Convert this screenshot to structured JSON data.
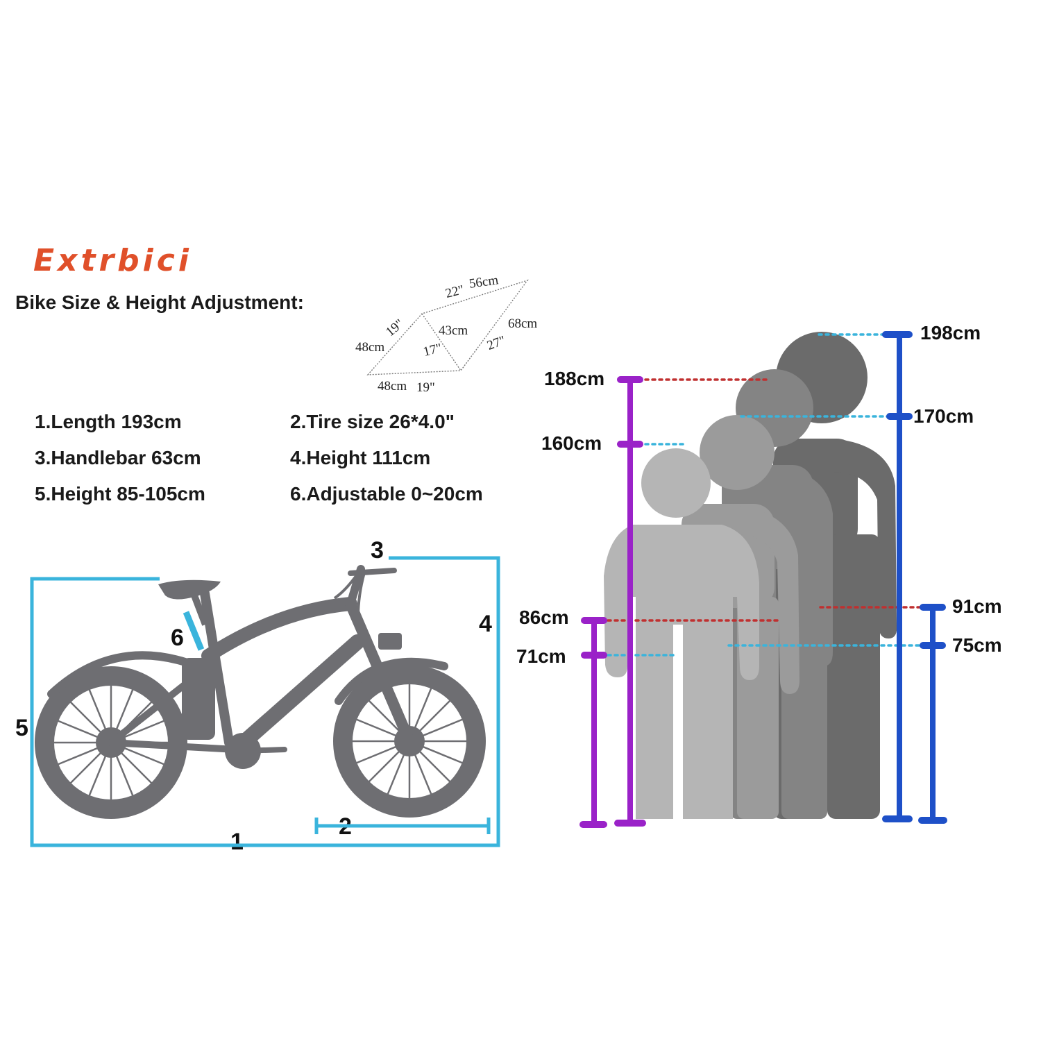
{
  "brand": "Extrbici",
  "subtitle": "Bike Size & Height Adjustment:",
  "frame_geometry": {
    "top_in": "22\"",
    "top_cm": "56cm",
    "seat_in": "19\"",
    "seat_cm": "48cm",
    "down_in": "27\"",
    "down_cm": "68cm",
    "mid_in": "17\"",
    "mid_cm": "43cm",
    "bottom_cm": "48cm",
    "bottom_in": "19\""
  },
  "specs": [
    "1.Length 193cm",
    "2.Tire size 26*4.0\"",
    "3.Handlebar 63cm",
    "4.Height 111cm",
    "5.Height 85-105cm",
    "6.Adjustable 0~20cm"
  ],
  "bike_dimension_numbers": [
    "1",
    "2",
    "3",
    "4",
    "5",
    "6"
  ],
  "heights": {
    "h198": "198cm",
    "h188": "188cm",
    "h170": "170cm",
    "h160": "160cm",
    "h91": "91cm",
    "h86": "86cm",
    "h75": "75cm",
    "h71": "71cm"
  },
  "colors": {
    "brand": "#e0502a",
    "cyan": "#3ab4dc",
    "purple": "#9a22c8",
    "blue": "#1e50c8",
    "red_dots": "#c03030",
    "bike": "#6e6e72"
  }
}
